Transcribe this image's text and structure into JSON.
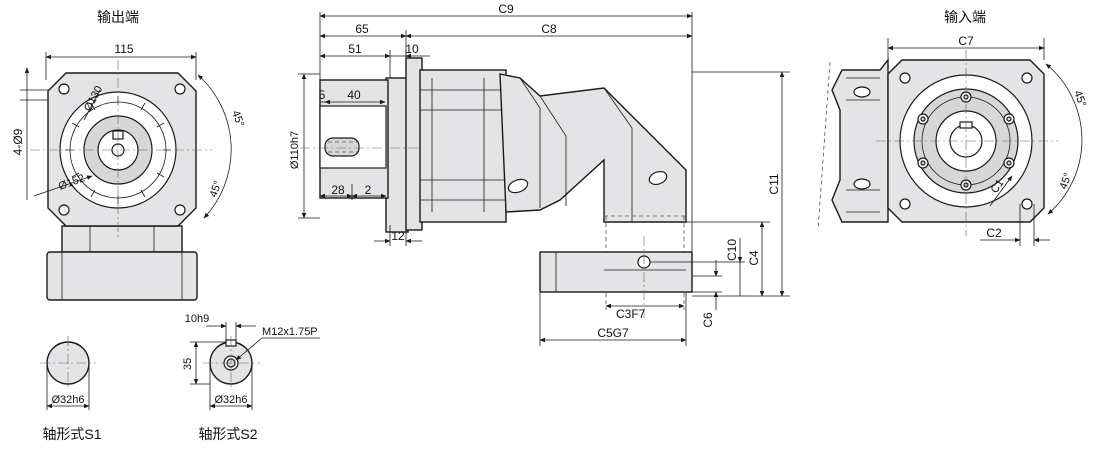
{
  "views": {
    "output": {
      "title": "输出端"
    },
    "input": {
      "title": "输入端"
    },
    "shaft_s1": {
      "title": "轴形式S1"
    },
    "shaft_s2": {
      "title": "轴形式S2"
    }
  },
  "dimensions": {
    "out_width": "115",
    "out_holes": "4-Ø9",
    "out_pcd": "Ø130",
    "out_flange": "Ø152",
    "out_angle_a": "45°",
    "out_angle_b": "45°",
    "c9": "C9",
    "d65": "65",
    "c8": "C8",
    "d51": "51",
    "d10": "10",
    "d5": "5",
    "d40": "40",
    "pilot": "Ø110h7",
    "d28": "28",
    "d2": "2",
    "d12": "12",
    "c11": "C11",
    "c10": "C10",
    "c4": "C4",
    "c3": "C3F7",
    "c6": "C6",
    "c5": "C5G7",
    "c7": "C7",
    "in_angle_a": "45°",
    "in_angle_b": "45°",
    "c1": "C1",
    "c2": "C2",
    "s1_dia": "Ø32h6",
    "s2_key": "10h9",
    "s2_thread": "M12x1.75P",
    "s2_height": "35",
    "s2_dia": "Ø32h6"
  }
}
